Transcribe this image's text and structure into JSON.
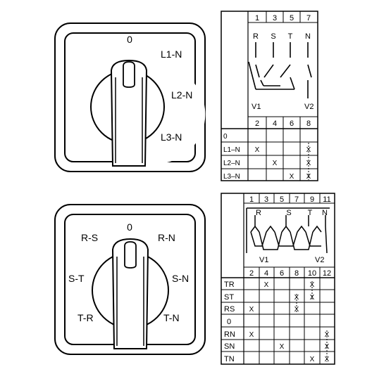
{
  "switch1": {
    "zero": "0",
    "positions": [
      "L1-N",
      "L2-N",
      "L3-N"
    ]
  },
  "switch2": {
    "zero": "0",
    "positions": [
      "R-S",
      "R-N",
      "S-T",
      "S-N",
      "T-R",
      "T-N"
    ]
  },
  "table1": {
    "top_terminals": [
      "1",
      "3",
      "5",
      "7"
    ],
    "phases": [
      "R",
      "S",
      "T",
      "N"
    ],
    "bottom_terminals": [
      "2",
      "4",
      "6",
      "8"
    ],
    "v1": "V1",
    "v2": "V2",
    "rows": [
      {
        "label": "0",
        "marks": [
          "",
          "",
          "",
          ""
        ]
      },
      {
        "label": "L1–N",
        "marks": [
          "X",
          "",
          "",
          "X"
        ]
      },
      {
        "label": "L2–N",
        "marks": [
          "",
          "X",
          "",
          "X"
        ]
      },
      {
        "label": "L3–N",
        "marks": [
          "",
          "",
          "X",
          "X"
        ]
      }
    ]
  },
  "table2": {
    "top_terminals": [
      "1",
      "3",
      "5",
      "7",
      "9",
      "11"
    ],
    "phases": [
      "R",
      "S",
      "T",
      "N"
    ],
    "bottom_terminals": [
      "2",
      "4",
      "6",
      "8",
      "10",
      "12"
    ],
    "v1": "V1",
    "v2": "V2",
    "rows": [
      {
        "label": "TR",
        "marks": [
          "",
          "X",
          "",
          "",
          "X",
          ""
        ]
      },
      {
        "label": "ST",
        "marks": [
          "",
          "",
          "",
          "X",
          "X",
          ""
        ]
      },
      {
        "label": "RS",
        "marks": [
          "X",
          "",
          "",
          "X",
          "",
          ""
        ]
      },
      {
        "label": "0",
        "marks": [
          "",
          "",
          "",
          "",
          "",
          ""
        ]
      },
      {
        "label": "RN",
        "marks": [
          "X",
          "",
          "",
          "",
          "",
          "X"
        ]
      },
      {
        "label": "SN",
        "marks": [
          "",
          "",
          "X",
          "",
          "",
          "X"
        ]
      },
      {
        "label": "TN",
        "marks": [
          "",
          "",
          "",
          "",
          "X",
          "X"
        ]
      }
    ]
  }
}
